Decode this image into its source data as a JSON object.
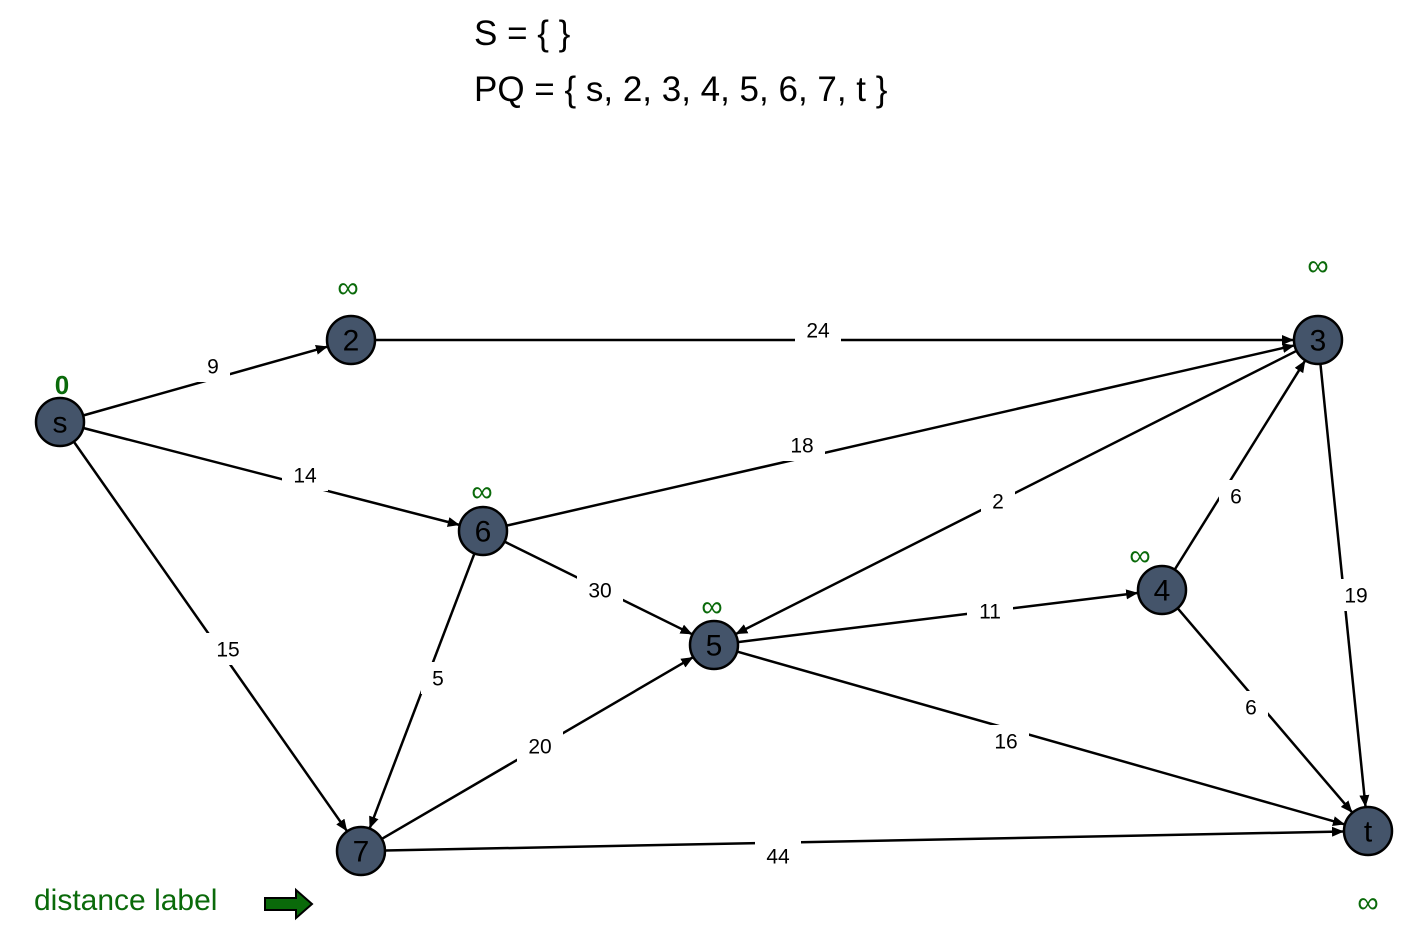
{
  "sets": {
    "S": "S = {  }",
    "PQ": "PQ = { s, 2, 3, 4, 5, 6, 7, t }"
  },
  "legend": {
    "label": "distance label",
    "arrow_color": "#0a6a0a"
  },
  "colors": {
    "node_fill": "#44546a",
    "node_stroke": "#000000",
    "edge": "#000000",
    "distance": "#0a6a0a"
  },
  "nodes": [
    {
      "id": "s",
      "label": "s",
      "distance": "0"
    },
    {
      "id": "2",
      "label": "2",
      "distance": "∞"
    },
    {
      "id": "3",
      "label": "3",
      "distance": "∞"
    },
    {
      "id": "4",
      "label": "4",
      "distance": "∞"
    },
    {
      "id": "5",
      "label": "5",
      "distance": "∞"
    },
    {
      "id": "6",
      "label": "6",
      "distance": "∞"
    },
    {
      "id": "7",
      "label": "7",
      "distance": "∞"
    },
    {
      "id": "t",
      "label": "t",
      "distance": "∞"
    }
  ],
  "edges": [
    {
      "from": "s",
      "to": "2",
      "weight": "9"
    },
    {
      "from": "s",
      "to": "6",
      "weight": "14"
    },
    {
      "from": "s",
      "to": "7",
      "weight": "15"
    },
    {
      "from": "2",
      "to": "3",
      "weight": "24"
    },
    {
      "from": "6",
      "to": "3",
      "weight": "18"
    },
    {
      "from": "6",
      "to": "5",
      "weight": "30"
    },
    {
      "from": "6",
      "to": "7",
      "weight": "5"
    },
    {
      "from": "3",
      "to": "5",
      "weight": "2"
    },
    {
      "from": "3",
      "to": "t",
      "weight": "19"
    },
    {
      "from": "4",
      "to": "3",
      "weight": "6"
    },
    {
      "from": "4",
      "to": "t",
      "weight": "6"
    },
    {
      "from": "5",
      "to": "4",
      "weight": "11"
    },
    {
      "from": "5",
      "to": "t",
      "weight": "16"
    },
    {
      "from": "7",
      "to": "5",
      "weight": "20"
    },
    {
      "from": "7",
      "to": "t",
      "weight": "44"
    }
  ]
}
